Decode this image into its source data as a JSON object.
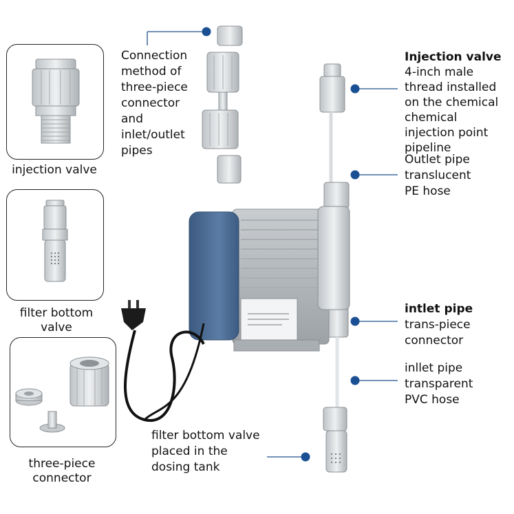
{
  "left_panels": [
    {
      "caption": "injection valve"
    },
    {
      "caption": "filter bottom valve"
    },
    {
      "caption": "three-piece connector"
    }
  ],
  "callouts": {
    "three_piece": "Connection method of three-piece connector and inlet/outlet pipes",
    "injection_title": "Injection valve",
    "injection_body": "4-inch male thread installed on the chemical chemical injection point pipeline",
    "outlet": "Outlet pipe translucent PE hose",
    "inlet_title": "intlet pipe",
    "inlet_body": "trans-piece connector",
    "inlet_hose": "inllet pipe transparent PVC hose",
    "filter": "filter bottom valve placed in the dosing tank"
  },
  "colors": {
    "accent": "#1a4f93",
    "motor_blue": "#4f6f97",
    "part_gray": "#d6dadd"
  }
}
